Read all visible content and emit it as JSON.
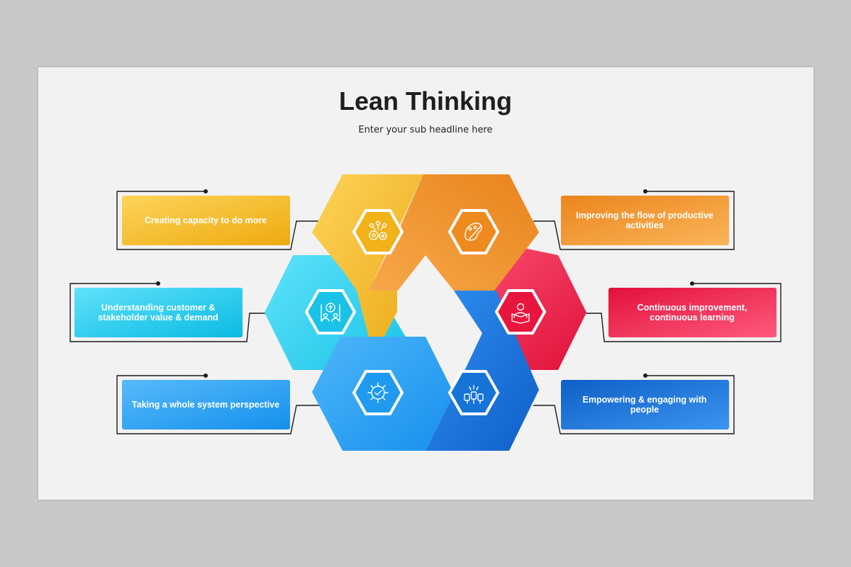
{
  "title": "Lean Thinking",
  "subtitle": "Enter your sub headline here",
  "principles": [
    {
      "lines": [
        "Creating capacity to do more"
      ],
      "icon": "gears-network-icon",
      "color": "#f2b21a"
    },
    {
      "lines": [
        "Improving the flow of productive",
        "activities"
      ],
      "icon": "flow-tools-icon",
      "color": "#ef8a1f"
    },
    {
      "lines": [
        "Understanding customer &",
        "stakeholder value & demand"
      ],
      "icon": "customer-value-icon",
      "color": "#19c2e6"
    },
    {
      "lines": [
        "Continuous improvement,",
        "continuous learning"
      ],
      "icon": "learning-reader-icon",
      "color": "#e8163e"
    },
    {
      "lines": [
        "Taking a whole system perspective"
      ],
      "icon": "gear-check-icon",
      "color": "#1f9af0"
    },
    {
      "lines": [
        "Empowering & engaging with",
        "people"
      ],
      "icon": "raised-fists-icon",
      "color": "#1673d8"
    }
  ]
}
